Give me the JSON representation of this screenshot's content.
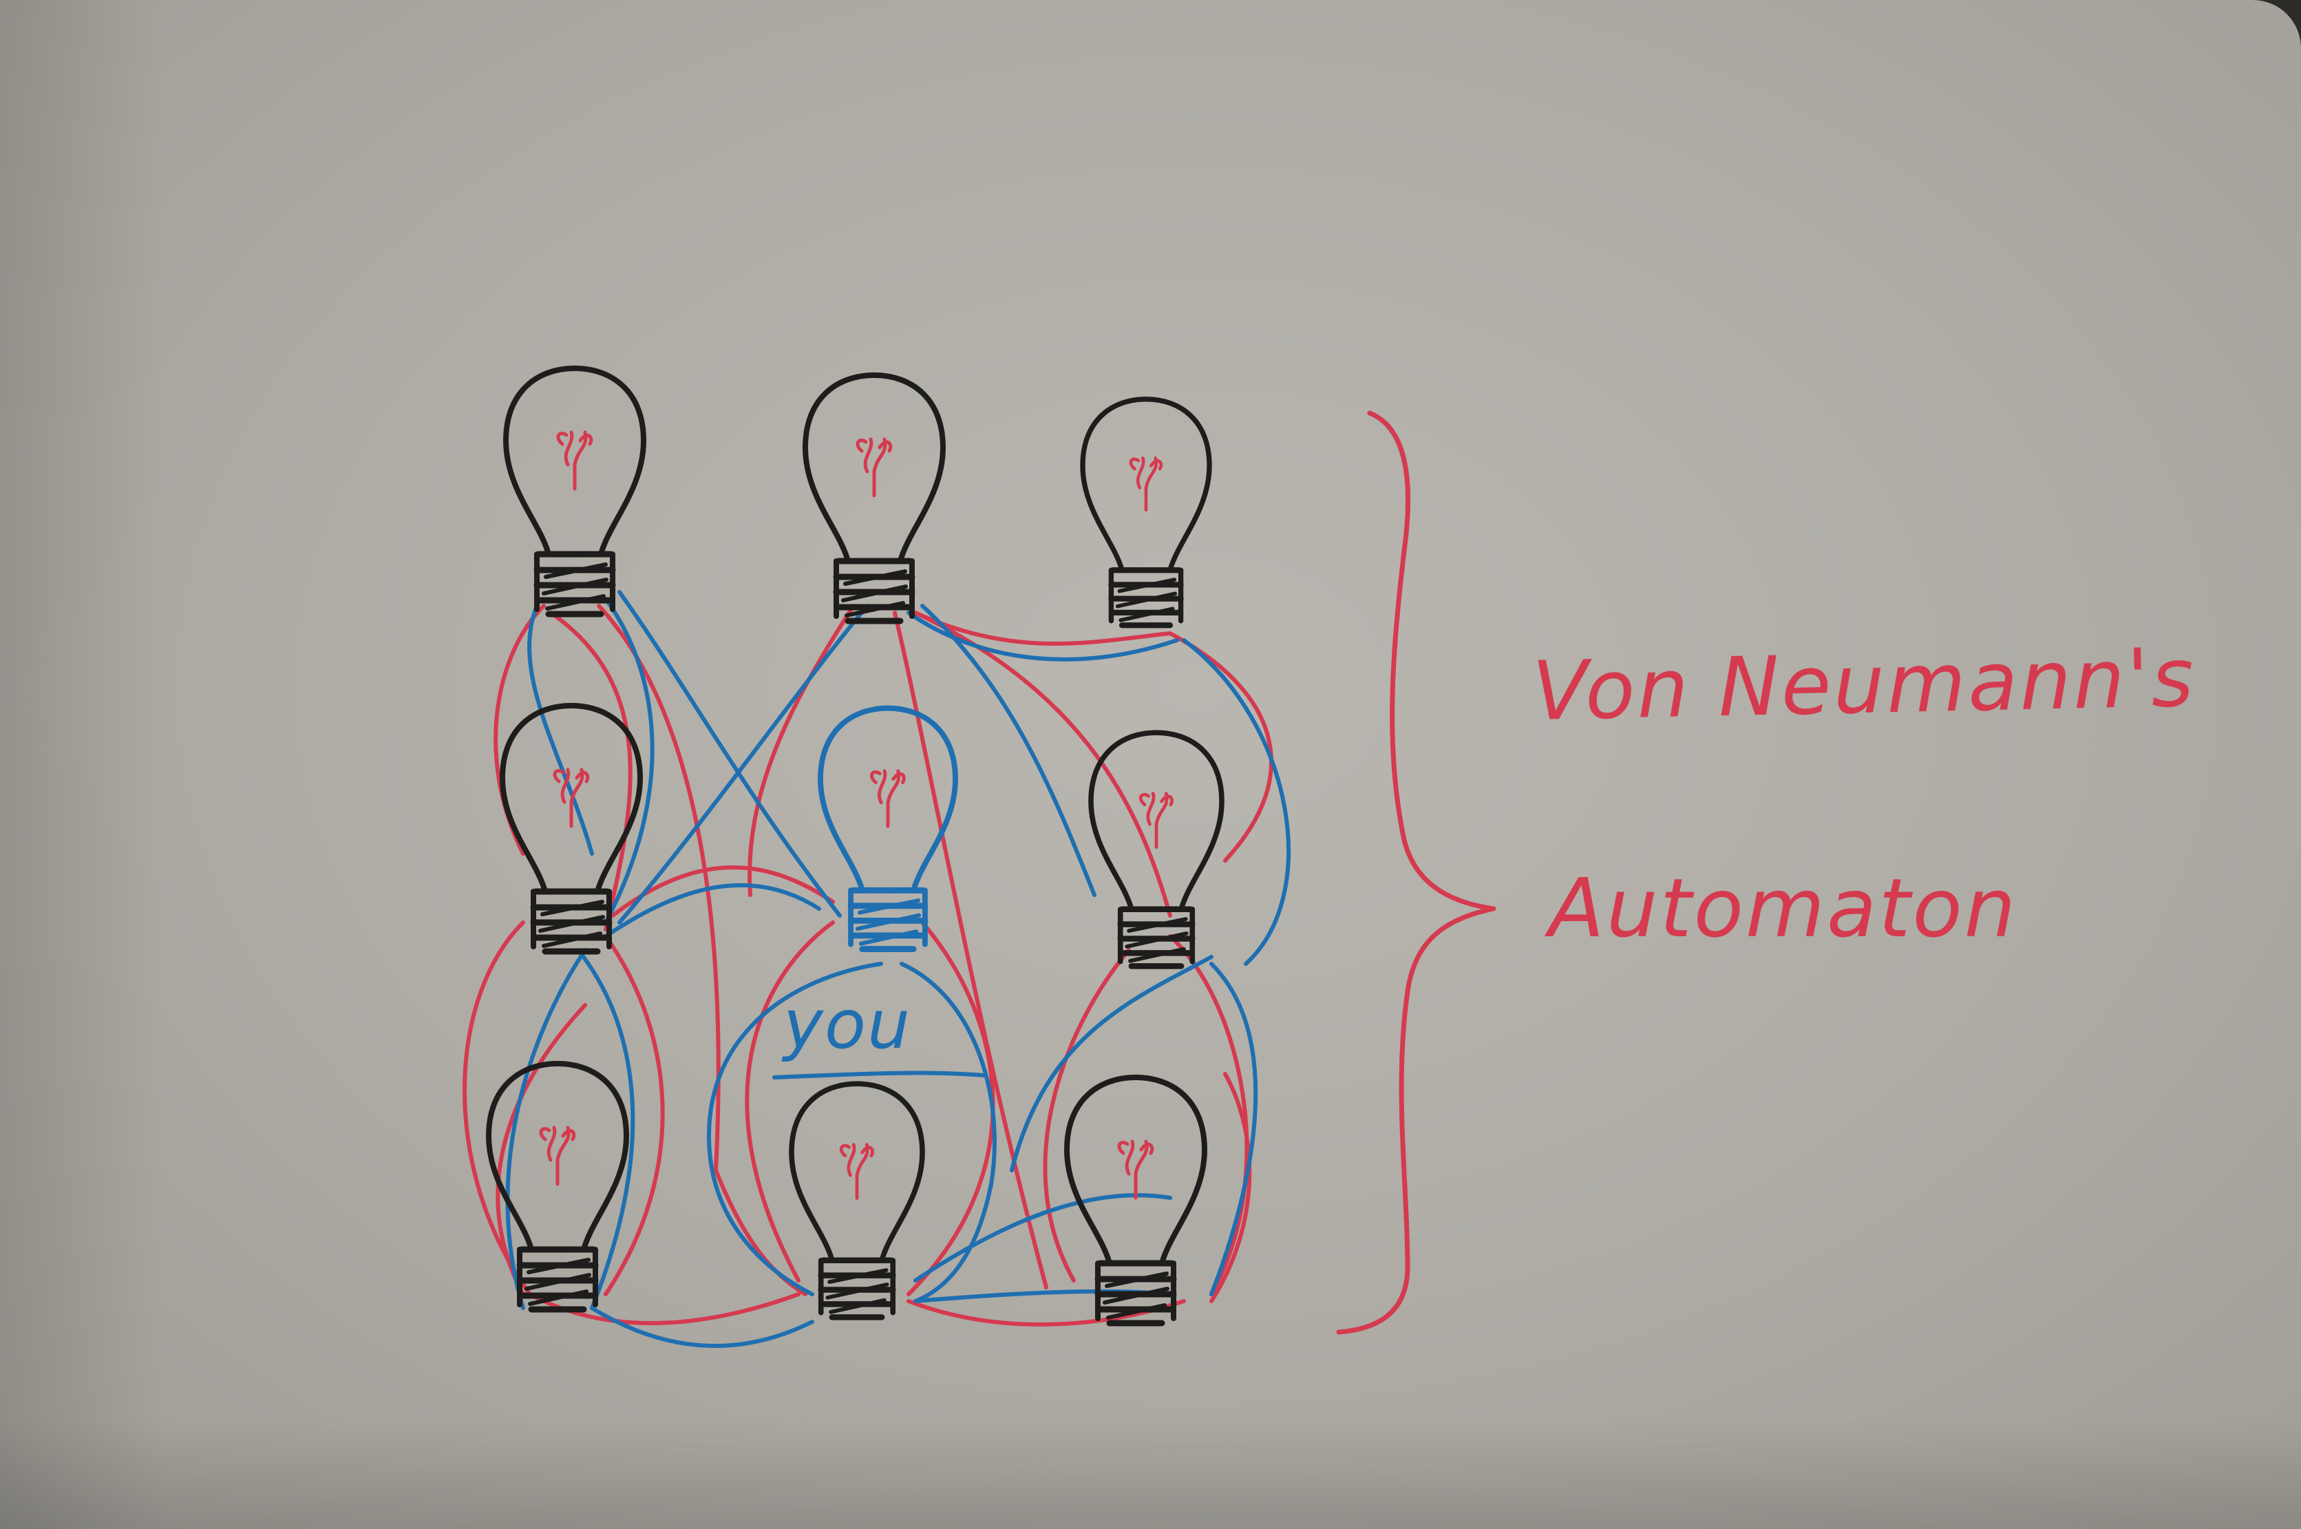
{
  "drawing": {
    "title_line_1": "Von Neumann's",
    "title_line_2": "Automaton",
    "center_label": "you"
  },
  "colors": {
    "paper": "#b5b3ac",
    "ink_black": "#1e1d1c",
    "ink_red": "#d53a4f",
    "ink_blue": "#1f6fb1"
  },
  "bulbs": [
    {
      "name": "bulb-top-left",
      "ink": "black"
    },
    {
      "name": "bulb-top-center",
      "ink": "black"
    },
    {
      "name": "bulb-top-right",
      "ink": "black"
    },
    {
      "name": "bulb-middle-left",
      "ink": "black"
    },
    {
      "name": "bulb-center-you",
      "ink": "blue"
    },
    {
      "name": "bulb-middle-right",
      "ink": "black"
    },
    {
      "name": "bulb-bottom-left",
      "ink": "black"
    },
    {
      "name": "bulb-bottom-center",
      "ink": "black"
    },
    {
      "name": "bulb-bottom-right",
      "ink": "black"
    }
  ]
}
